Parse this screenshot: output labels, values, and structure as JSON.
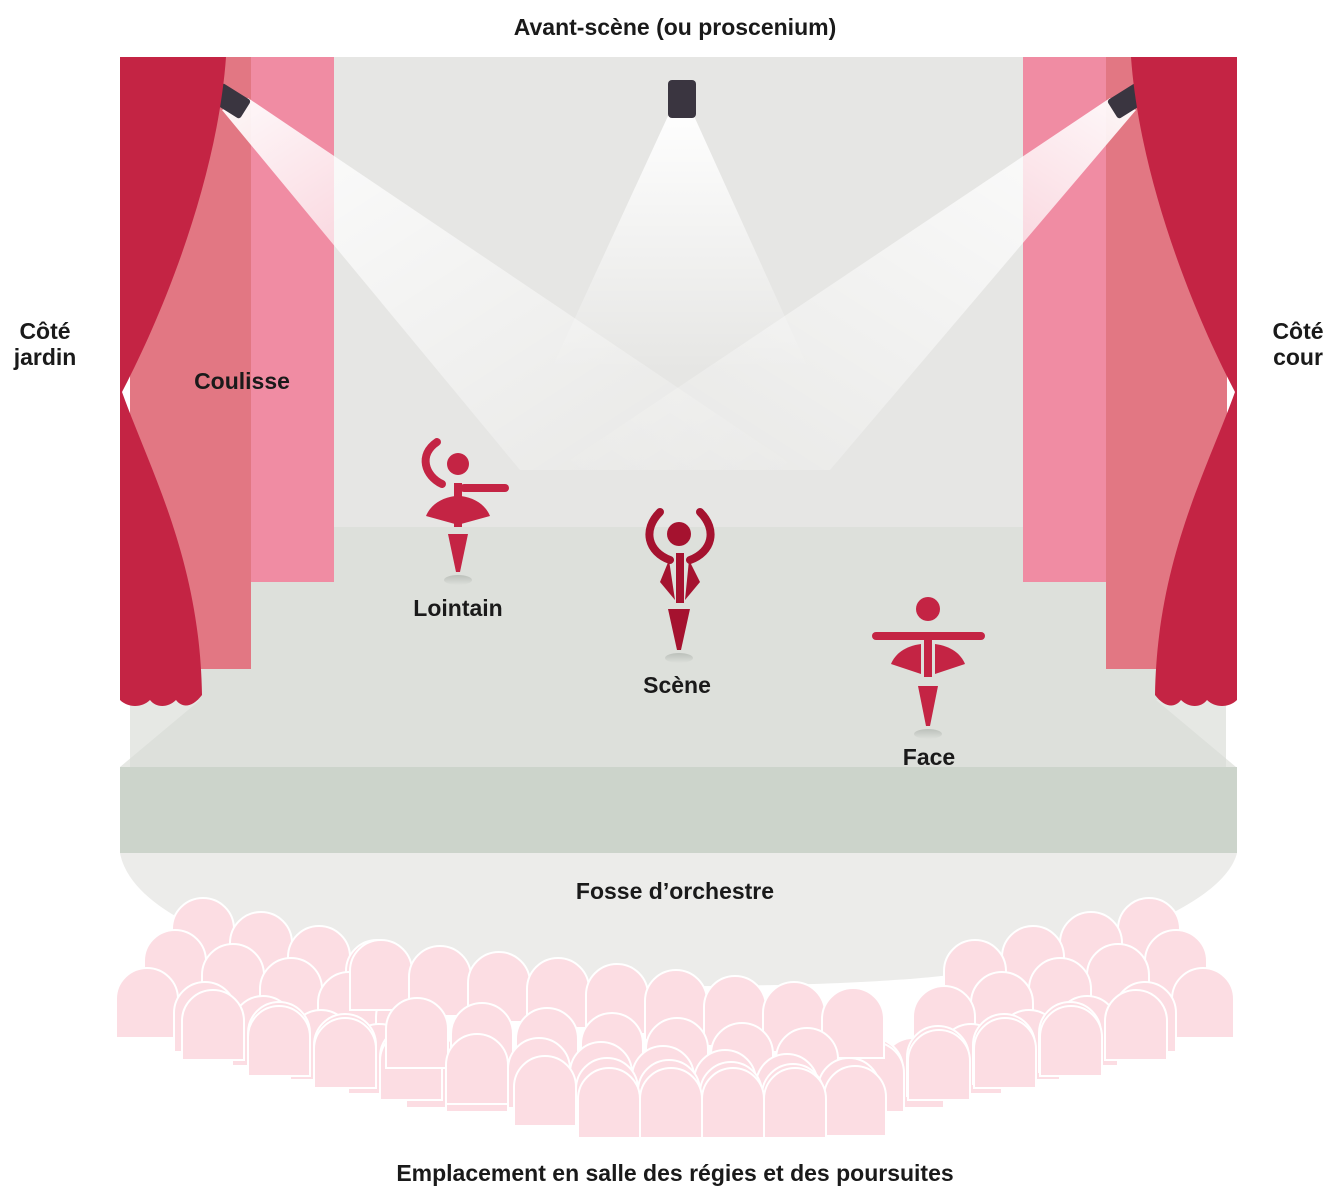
{
  "labels": {
    "avant_scene": "Avant-scène (ou proscenium)",
    "cote_jardin_1": "Côté",
    "cote_jardin_2": "jardin",
    "cote_cour_1": "Côté",
    "cote_cour_2": "cour",
    "coulisse": "Coulisse",
    "lointain": "Lointain",
    "scene": "Scène",
    "face": "Face",
    "fosse": "Fosse d’orchestre",
    "emplacement": "Emplacement en salle des régies et des poursuites"
  },
  "colors": {
    "curtain": "#c42444",
    "curtain_light": "#e27783",
    "wing": "#f08ca3",
    "backdrop": "#e6e6e4",
    "floor": "#dde0db",
    "apron": "#ccd4cb",
    "pit": "#ececea",
    "seat": "#fcdde3",
    "dancer": "#c42444",
    "dancer_dark": "#a5122f",
    "projector": "#3a3540"
  }
}
